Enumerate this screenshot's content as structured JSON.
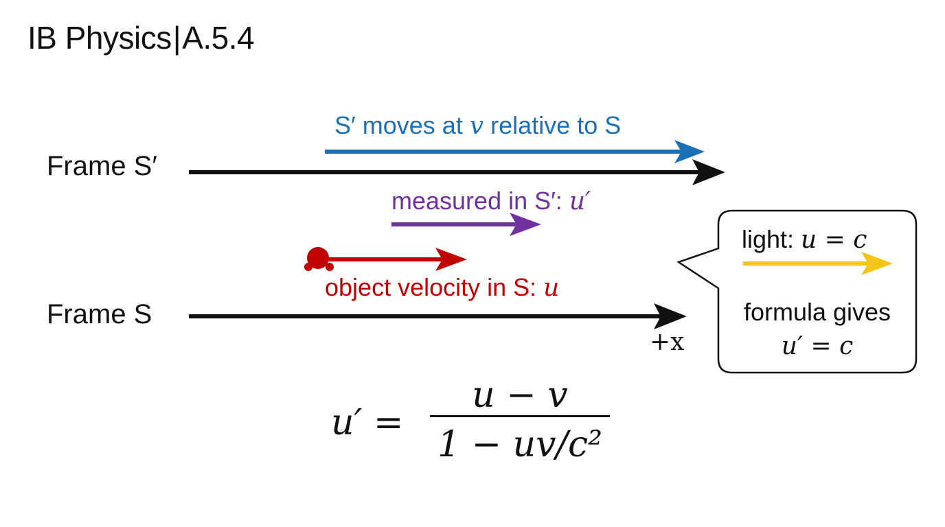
{
  "header": {
    "course": "IB Physics",
    "separator": "|",
    "section": "A.5.4"
  },
  "frames": {
    "moving": "Frame S′",
    "rest": "Frame S"
  },
  "arrows": {
    "frame_velocity": {
      "text": "S′ moves at ",
      "symbol": "v",
      "suffix": " relative to S",
      "color": "#1a6fb5"
    },
    "measured": {
      "text": "measured in S′: ",
      "symbol": "u′",
      "color": "#7030a0"
    },
    "object": {
      "text": "object velocity in S: ",
      "symbol": "u",
      "color": "#c00000"
    },
    "axis_color": "#111111"
  },
  "axis": {
    "label": "+x"
  },
  "callout": {
    "light_text": "light: ",
    "light_eq": "u = c",
    "line1": "formula gives",
    "line2": "u′ = c",
    "light_color": "#f5c518"
  },
  "formula": {
    "lhs": "u′ =",
    "numerator": "u − v",
    "denominator": "1 − uv/c²"
  }
}
